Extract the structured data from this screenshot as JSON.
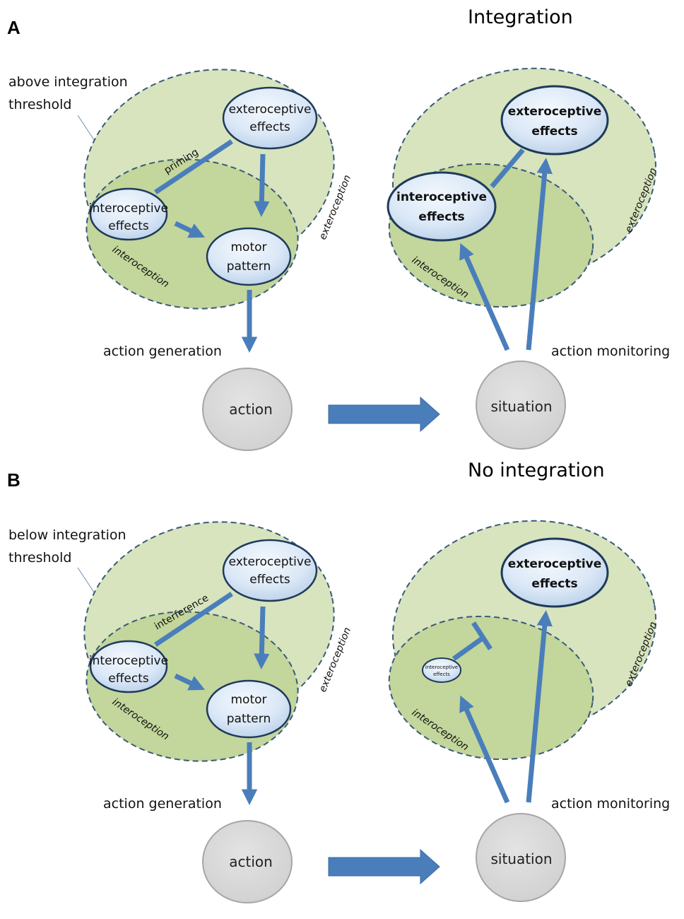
{
  "panels": {
    "a": {
      "letter": "A",
      "title": "Integration",
      "threshold_label_line1": "above integration",
      "threshold_label_line2": "threshold",
      "link_label": "priming",
      "nodes": {
        "exteroceptive_line1": "exteroceptive",
        "exteroceptive_line2": "effects",
        "interoceptive_line1": "interoceptive",
        "interoceptive_line2": "effects",
        "motor_line1": "motor",
        "motor_line2": "pattern",
        "right_extero_line1": "exteroceptive",
        "right_extero_line2": "effects",
        "right_intero_line1": "interoceptive",
        "right_intero_line2": "effects"
      },
      "regions": {
        "exteroception": "exteroception",
        "interoception": "interoception"
      },
      "action_generation": "action generation",
      "action_monitoring": "action monitoring",
      "action": "action",
      "situation": "situation"
    },
    "b": {
      "letter": "B",
      "title": "No integration",
      "threshold_label_line1": "below integration",
      "threshold_label_line2": "threshold",
      "link_label": "interference",
      "nodes": {
        "exteroceptive_line1": "exteroceptive",
        "exteroceptive_line2": "effects",
        "interoceptive_line1": "interoceptive",
        "interoceptive_line2": "effects",
        "motor_line1": "motor",
        "motor_line2": "pattern",
        "right_extero_line1": "exteroceptive",
        "right_extero_line2": "effects",
        "small_intero_line1": "interoceptive",
        "small_intero_line2": "effects"
      },
      "regions": {
        "exteroception": "exteroception",
        "interoception": "interoception"
      },
      "action_generation": "action generation",
      "action_monitoring": "action monitoring",
      "action": "action",
      "situation": "situation"
    }
  },
  "colors": {
    "outer_region": "#d7e4bd",
    "inner_region": "#c3d69b",
    "dashed_border": "#3b5a7a",
    "node_fill": "#dbe8f7",
    "node_stroke": "#1f3a5a",
    "arrow": "#4a7ebb",
    "circle_fill": "#d9d9d9",
    "circle_stroke": "#a6a6a6"
  }
}
